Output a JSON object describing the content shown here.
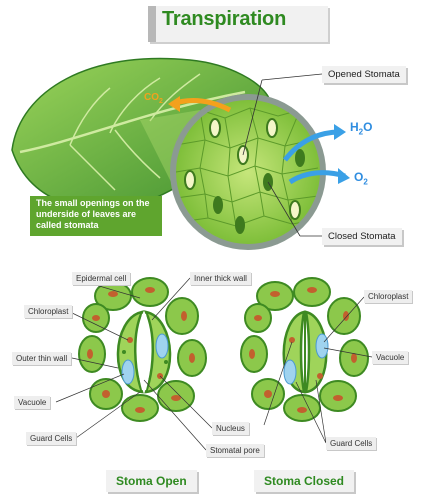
{
  "title": "Transpiration",
  "top_labels": {
    "opened_stomata": "Opened Stomata",
    "closed_stomata": "Closed Stomata"
  },
  "gases": {
    "co2": "CO",
    "co2_sub": "2",
    "h2o": "H",
    "h2o_sub": "2",
    "h2o_end": "O",
    "o2": "O",
    "o2_sub": "2"
  },
  "caption": "The small openings on the underside of leaves are called stomata",
  "cell_labels": {
    "epidermal_cell": "Epidermal cell",
    "inner_thick_wall": "Inner thick wall",
    "chloroplast_left": "Chloroplast",
    "chloroplast_right": "Chloroplast",
    "outer_thin_wall": "Outer thin wall",
    "vacuole_left": "Vacuole",
    "vacuole_right": "Vacuole",
    "nucleus": "Nucleus",
    "stomatal_pore": "Stomatal pore",
    "guard_cells_left": "Guard Cells",
    "guard_cells_right": "Guard Cells"
  },
  "bottom_labels": {
    "stoma_open": "Stoma Open",
    "stoma_closed": "Stoma Closed"
  },
  "colors": {
    "title_green": "#2f8a21",
    "leaf_green": "#4fa23a",
    "cell_green": "#8cc84b",
    "vacuole_blue": "#9fd3ef",
    "nucleus_brown": "#b55a2a",
    "arrow_orange": "#f4a11c",
    "arrow_blue": "#3aa0e6"
  }
}
